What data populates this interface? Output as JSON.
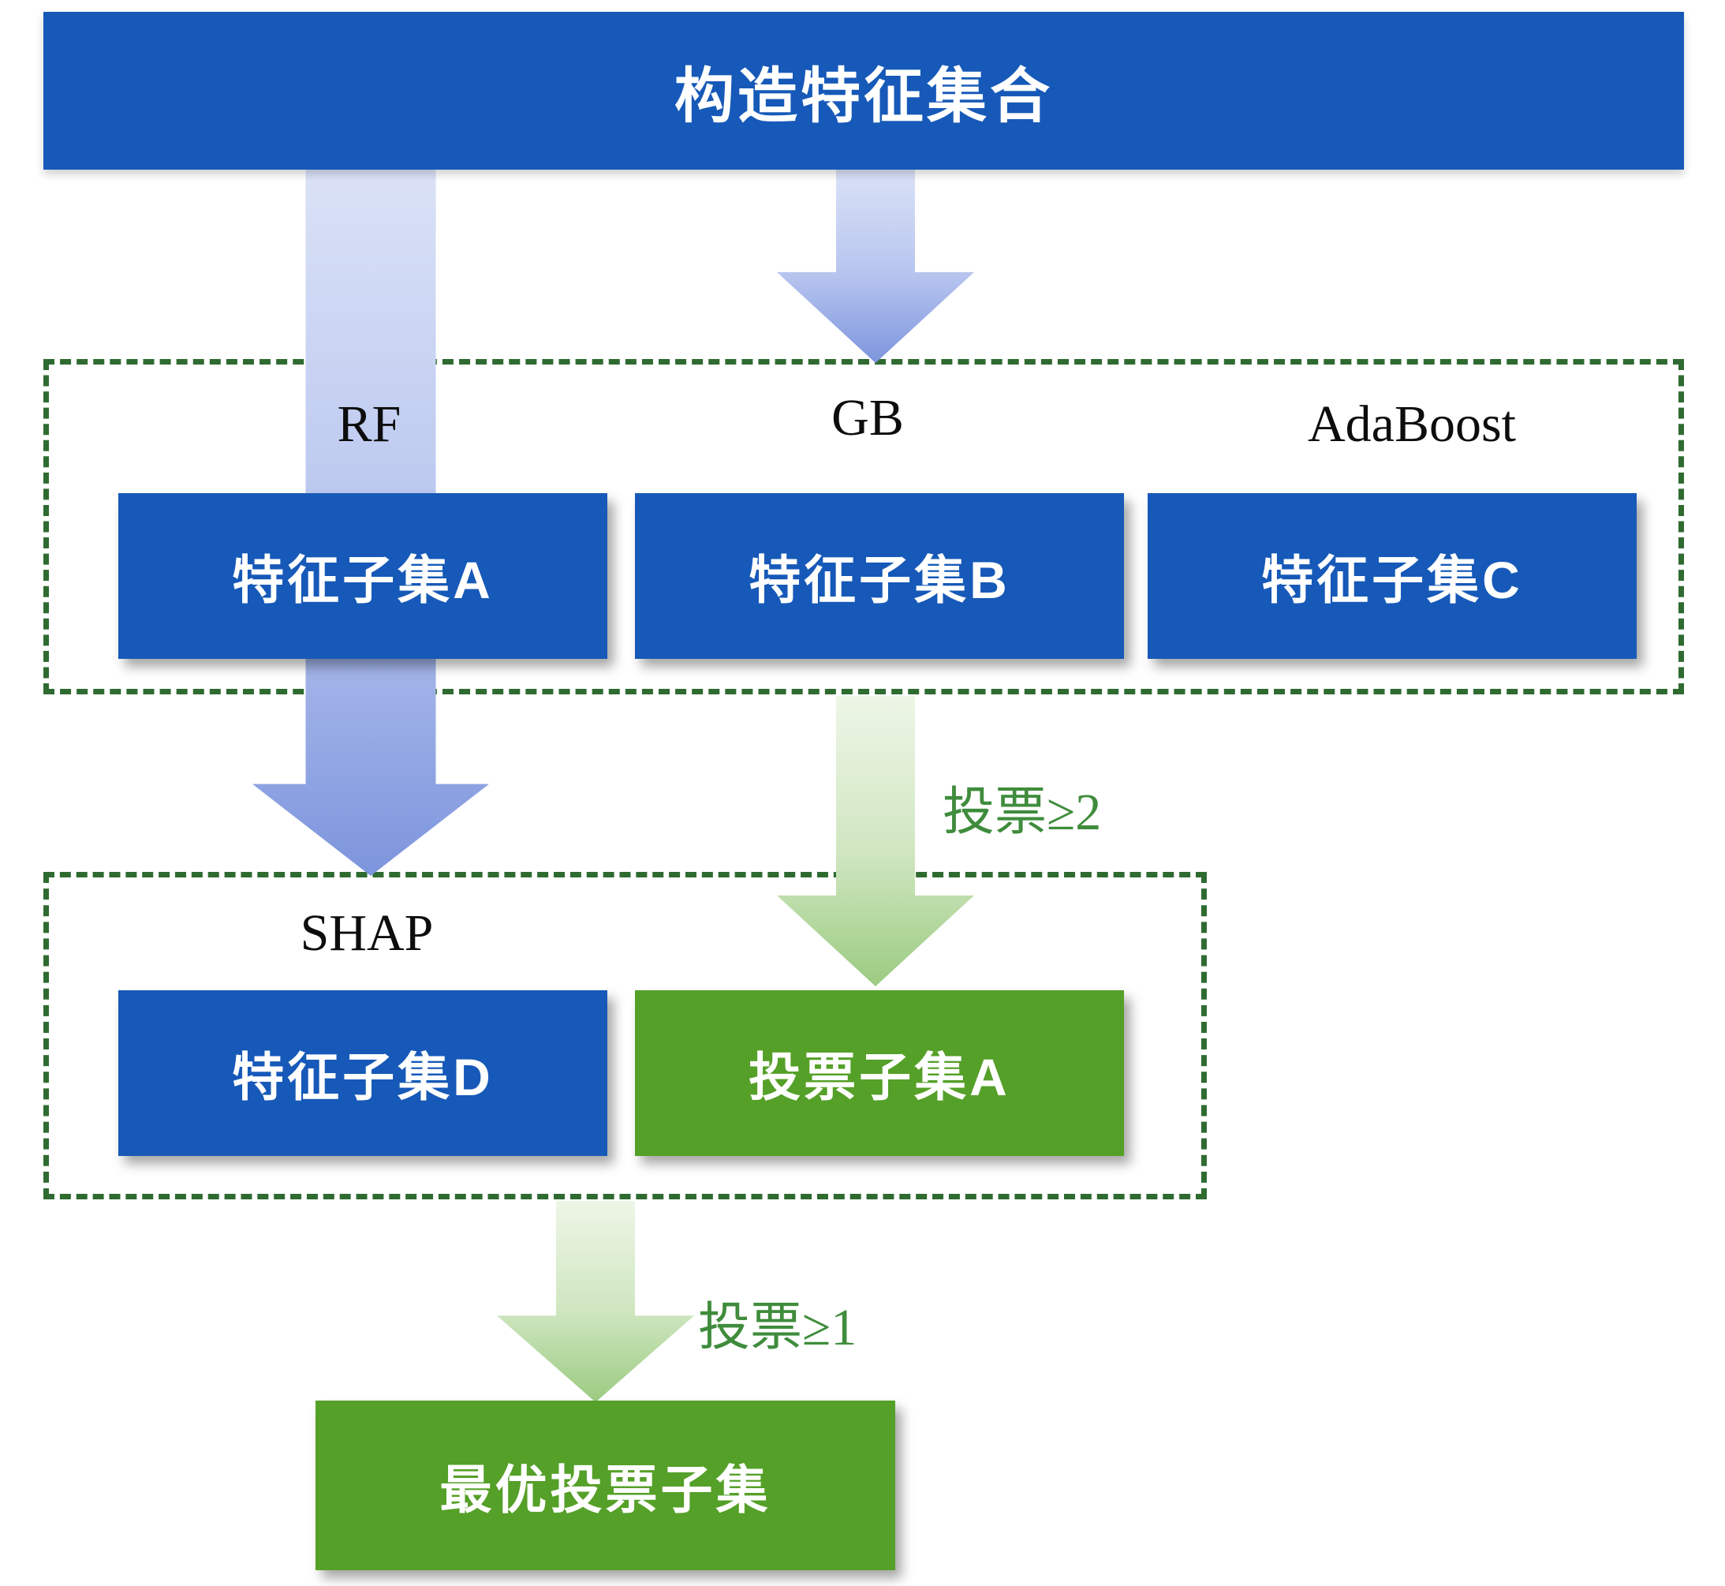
{
  "diagram": {
    "root_label": "构造特征集合",
    "stage1": {
      "method_labels": [
        "RF",
        "GB",
        "AdaBoost"
      ],
      "subsets": [
        "特征子集A",
        "特征子集B",
        "特征子集C"
      ]
    },
    "vote_label_top": "投票≥2",
    "stage2": {
      "method_labels": [
        "SHAP"
      ],
      "subset_blue": "特征子集D",
      "subset_green": "投票子集A"
    },
    "vote_label_bottom": "投票≥1",
    "final_label": "最优投票子集",
    "colors": {
      "node_blue": "#1659b8",
      "node_green": "#55a028",
      "dashed_border_green": "#2f6b31",
      "vote_text_green": "#3f8c3c",
      "arrow_blue_light": "#dbe2f7",
      "arrow_blue_dark": "#7d95dd",
      "arrow_green_light": "#eef6e7",
      "arrow_green_dark": "#9bcb81"
    }
  }
}
